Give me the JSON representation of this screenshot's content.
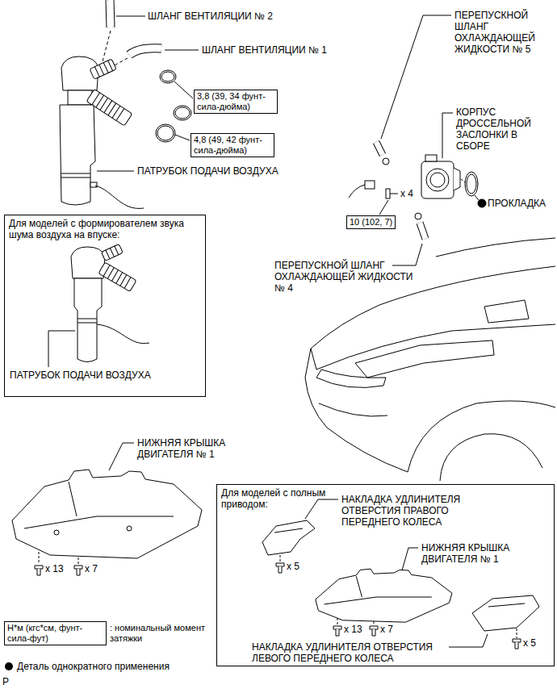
{
  "diagram": {
    "nodes": [
      {
        "text": [
          "3,8 (39, 34 фунт-сила-дюйма)"
        ]
      },
      {
        "text": [
          "4,8 (49, 42 фунт-сила-дюйма)"
        ]
      },
      {
        "text": [
          "Для моделей с формирователем звука шума воздуха на впуске:"
        ]
      },
      {
        "text": [
          "10 (102, 7)"
        ]
      },
      {
        "text": [
          "Для моделей с полным приводом:"
        ]
      },
      {
        "text": [
          "Н*м (кгс*см, фунт-сила-фут)",
          ": номинальный момент затяжки"
        ]
      }
    ],
    "labels": [
      "ШЛАНГ ВЕНТИЛЯЦИИ № 2",
      "ПЕРЕПУСКНОЙ ШЛАНГ ОХЛАЖДАЮЩЕЙ ЖИДКОСТИ № 5",
      "ШЛАНГ ВЕНТИЛЯЦИИ № 1",
      "КОРПУС ДРОССЕЛЬНОЙ ЗАСЛОНКИ В СБОРЕ",
      "ПАТРУБОК ПОДАЧИ ВОЗДУХА",
      "x 4",
      "ПРОКЛАДКА",
      "ПЕРЕПУСКНОЙ ШЛАНГ ОХЛАЖДАЮЩЕЙ ЖИДКОСТИ № 4",
      "ПАТРУБОК ПОДАЧИ ВОЗДУХА",
      "НИЖНЯЯ КРЫШКА ДВИГАТЕЛЯ № 1",
      "НАКЛАДКА УДЛИНИТЕЛЯ ОТВЕРСТИЯ ПРАВОГО ПЕРЕДНЕГО КОЛЕСА",
      "x 5",
      "НИЖНЯЯ КРЫШКА ДВИГАТЕЛЯ № 1",
      "x 13",
      "x 7",
      "x 13",
      "x 7",
      "НАКЛАДКА УДЛИНИТЕЛЯ ОТВЕРСТИЯ ЛЕВОГО ПЕРЕДНЕГО КОЛЕСА",
      "x 5",
      "P"
    ],
    "legend": [
      {
        "text": "Деталь однократного применения",
        "color": "#000000"
      }
    ]
  }
}
